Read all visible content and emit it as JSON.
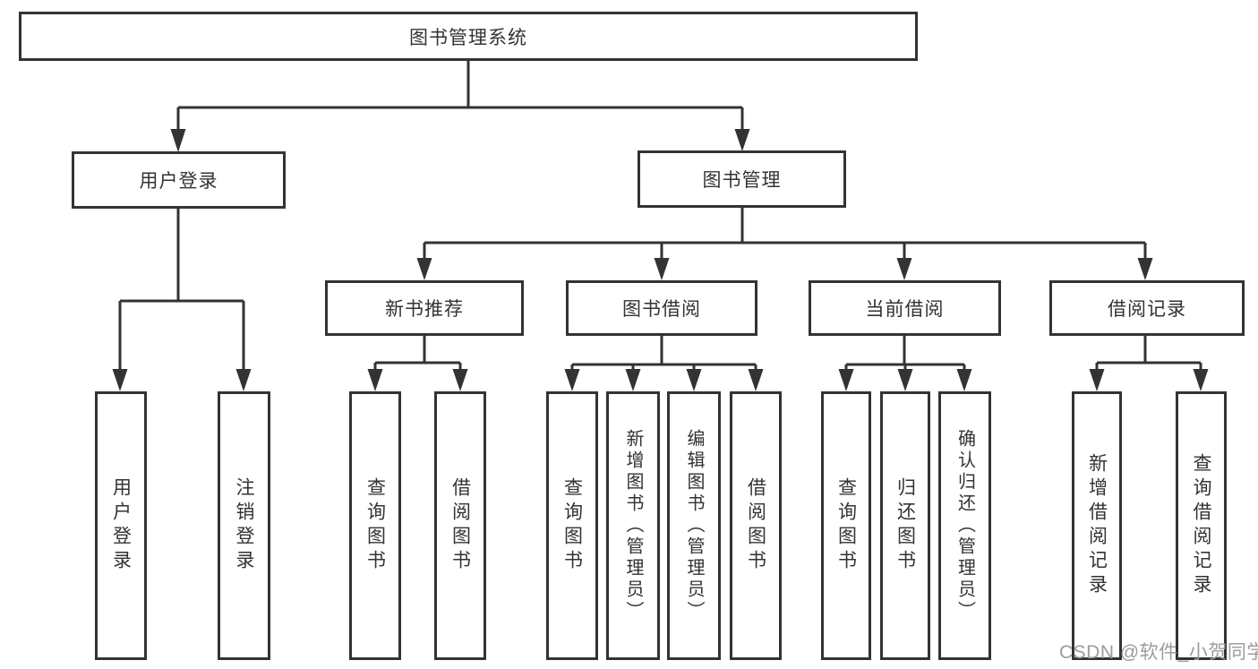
{
  "diagram": {
    "root": {
      "label": "图书管理系统"
    },
    "level2": [
      {
        "label": "用户登录"
      },
      {
        "label": "图书管理"
      }
    ],
    "level3": [
      {
        "label": "新书推荐"
      },
      {
        "label": "图书借阅"
      },
      {
        "label": "当前借阅"
      },
      {
        "label": "借阅记录"
      }
    ],
    "leaves": {
      "user_login": [
        "用户登录",
        "注销登录"
      ],
      "new_book": [
        "查询图书",
        "借阅图书"
      ],
      "book_borrow": [
        "查询图书",
        "新增图书（管理员）",
        "编辑图书（管理员）",
        "借阅图书"
      ],
      "current_borrow": [
        "查询图书",
        "归还图书",
        "确认归还（管理员）"
      ],
      "borrow_record": [
        "新增借阅记录",
        "查询借阅记录"
      ]
    }
  },
  "watermark": "CSDN @软件_小贺同学",
  "colors": {
    "line": "#333333",
    "text": "#333333",
    "watermark": "#9c9c9c",
    "background": "#ffffff"
  }
}
